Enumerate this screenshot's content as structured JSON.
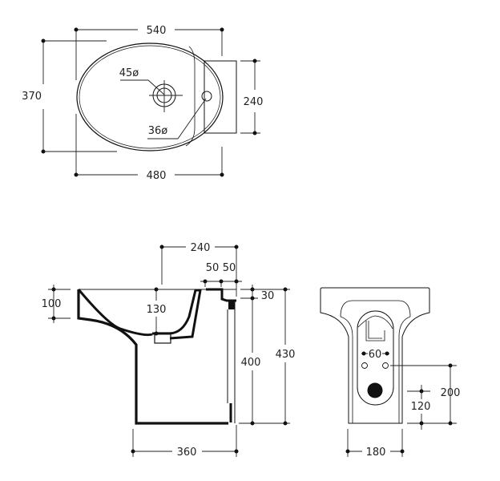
{
  "top_view": {
    "width_overall": "540",
    "depth_overall": "370",
    "tap_hole": "45ø",
    "overflow_hole": "36ø",
    "back_width": "240",
    "bowl_width": "480"
  },
  "side_view": {
    "tap_offset": "240",
    "offset_a": "50",
    "offset_b": "50",
    "rim_depth": "100",
    "bowl_depth": "130",
    "top_thickness": "30",
    "height_to_rim": "400",
    "total_height": "430",
    "base_depth": "360"
  },
  "front_view": {
    "fixing_spacing": "60",
    "fixing_height": "200",
    "waste_height": "120",
    "base_width": "180"
  }
}
